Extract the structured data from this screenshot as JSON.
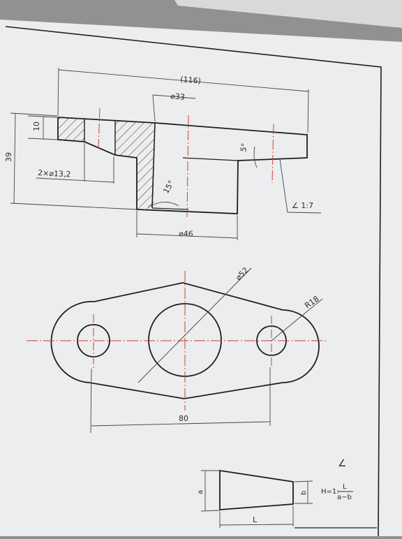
{
  "colors": {
    "paper": "#ecedef",
    "line": "#1e1e1e",
    "centerline": "#d0402a",
    "hatch": "#333333",
    "background": "#8f9290"
  },
  "section_view": {
    "overall_length": "(116)",
    "bore_diameter": "⌀33",
    "base_diameter": "⌀46",
    "flange_thickness": "10",
    "total_height": "39",
    "hole_spec": "2×⌀13,2",
    "draft_angle_inner": "15°",
    "draft_angle_outer": "5°",
    "taper_ratio": "∠ 1:7"
  },
  "top_view": {
    "center_diameter": "⌀52",
    "end_radius": "R18",
    "hole_spacing": "80"
  },
  "taper_note": {
    "big_end": "a",
    "small_end": "b",
    "length": "L",
    "taper_symbol": "∠",
    "formula_prefix": "H=1:",
    "formula_numerator": "L",
    "formula_denominator": "a−b"
  }
}
